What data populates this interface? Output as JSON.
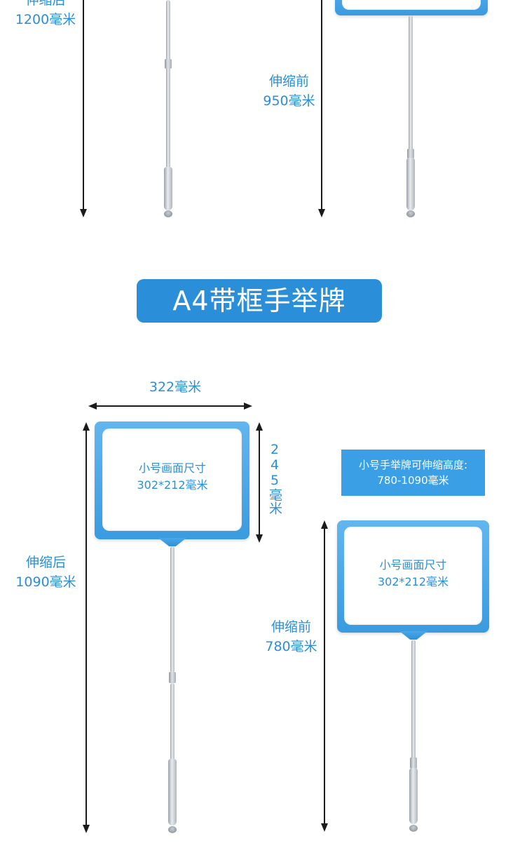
{
  "top_section": {
    "left_label_line1": "伸缩后",
    "left_label_line2": "1200毫米",
    "right_label_line1": "伸缩前",
    "right_label_line2": "950毫米"
  },
  "title": "A4带框手举牌",
  "bottom_section": {
    "width_label": "322毫米",
    "height_label": "245毫米",
    "left_sign_text_line1": "小号画面尺寸",
    "left_sign_text_line2": "302*212毫米",
    "left_label_line1": "伸缩后",
    "left_label_line2": "1090毫米",
    "info_line1": "小号手举牌可伸缩高度:",
    "info_line2": "780-1090毫米",
    "right_sign_text_line1": "小号画面尺寸",
    "right_sign_text_line2": "302*212毫米",
    "right_label_line1": "伸缩前",
    "right_label_line2": "780毫米"
  },
  "colors": {
    "accent": "#2a8fd8",
    "frame": "#3a9be0",
    "arrow": "#1b1b1b",
    "background": "#ffffff"
  }
}
